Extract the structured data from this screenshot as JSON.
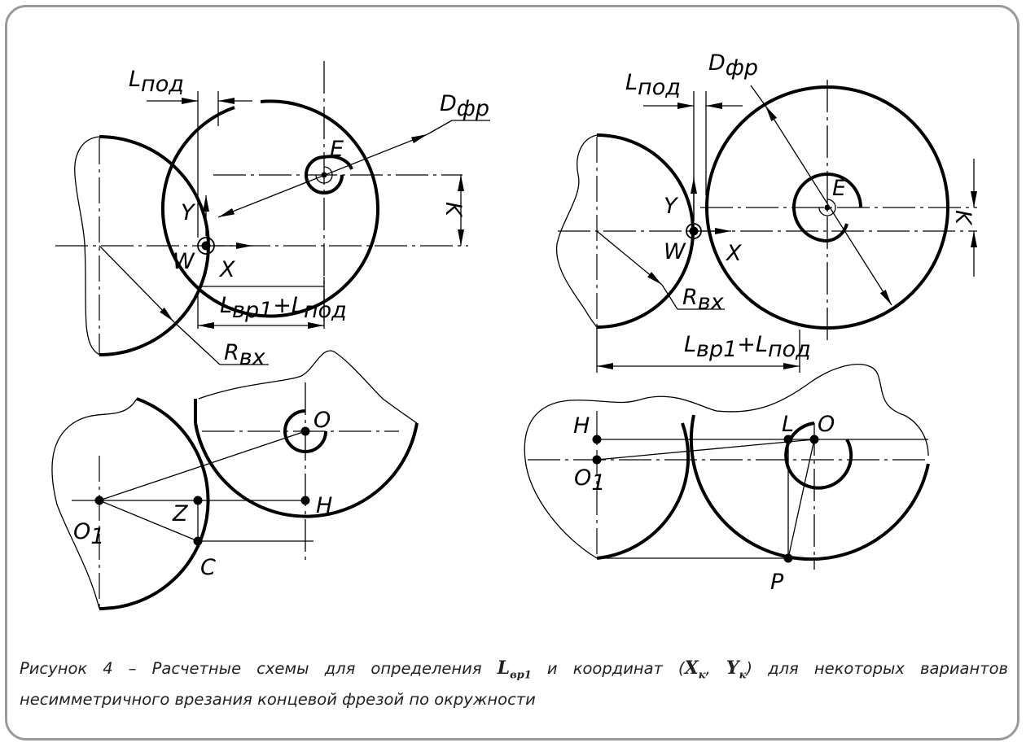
{
  "diagram": {
    "left_top": {
      "labels": {
        "L_pod": {
          "main": "L",
          "sub": "под"
        },
        "D_fr": {
          "main": "D",
          "sub": "фр"
        },
        "E": "E",
        "Y": "Y",
        "W": "W",
        "X": "X",
        "K": "K",
        "L_vr1_L_pod": {
          "a": "L",
          "a_sub": "вр1",
          "plus": "+",
          "b": "L",
          "b_sub": "под"
        },
        "R_vx": {
          "main": "R",
          "sub": "вх"
        }
      }
    },
    "right_top": {
      "labels": {
        "L_pod": {
          "main": "L",
          "sub": "под"
        },
        "D_fr": {
          "main": "D",
          "sub": "фр"
        },
        "E": "E",
        "Y": "Y",
        "W": "W",
        "X": "X",
        "K": "K",
        "R_vx": {
          "main": "R",
          "sub": "вх"
        },
        "L_vr1_L_pod": {
          "a": "L",
          "a_sub": "вр1",
          "plus": "+",
          "b": "L",
          "b_sub": "под"
        }
      }
    },
    "left_bottom": {
      "labels": {
        "O": "O",
        "O1": {
          "main": "O",
          "sub": "1"
        },
        "Z": "Z",
        "H": "H",
        "C": "C"
      }
    },
    "right_bottom": {
      "labels": {
        "H": "H",
        "L": "L",
        "O": "O",
        "O1": {
          "main": "O",
          "sub": "1"
        },
        "P": "P"
      }
    }
  },
  "caption": {
    "prefix": "Рисунок 4 – Расчетные схемы для определения ",
    "sym1": "L",
    "sym1_sub": "вр1",
    "middle": " и координат (",
    "sym2": "X",
    "sym2_sub": "к",
    "comma": ", ",
    "sym3": "Y",
    "sym3_sub": "к",
    "suffix": ") для некоторых вариантов несимметричного врезания концевой фрезой по окружности"
  }
}
